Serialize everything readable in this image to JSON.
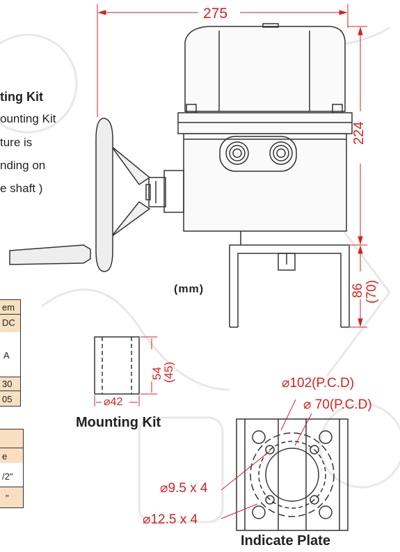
{
  "left_text": {
    "heading": "ting Kit",
    "lines": [
      "ounting Kit",
      "ture is",
      "nding on",
      "e shaft )"
    ]
  },
  "dimensions": {
    "width_275": "275",
    "height_224": "224",
    "bracket_86": "86",
    "bracket_70": "(70)",
    "unit": "(mm)",
    "kit_54": "54",
    "kit_45": "(45)",
    "kit_diam": "⌀42"
  },
  "mounting_kit": {
    "label": "Mounting Kit"
  },
  "indicate_plate": {
    "label": "Indicate Plate",
    "pcd_102": "⌀102(P.C.D)",
    "pcd_70": "⌀ 70(P.C.D)",
    "hole_small": "⌀9.5 x 4",
    "hole_large": "⌀12.5 x 4"
  },
  "table1": {
    "rows": [
      "em",
      "DC",
      "A",
      "30",
      "05"
    ]
  },
  "table2": {
    "rows": [
      "e",
      "/2\"",
      "\""
    ]
  },
  "colors": {
    "dimension": "#d9211f",
    "background_fill_table": "#f7dfc0",
    "line": "#333333"
  }
}
